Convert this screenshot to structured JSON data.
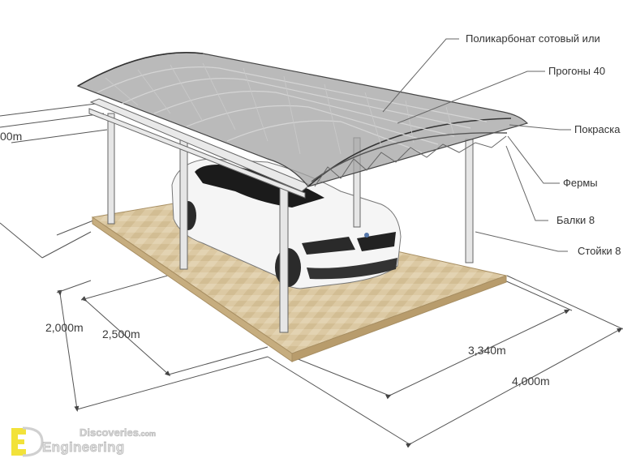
{
  "diagram": {
    "subject": "Carport with arched polycarbonate roof over paved slab with parked car",
    "callouts": [
      {
        "id": "roofing",
        "label": "Поликарбонат сотовый или"
      },
      {
        "id": "purlins",
        "label": "Прогоны 40"
      },
      {
        "id": "paint",
        "label": "Покраска"
      },
      {
        "id": "trusses",
        "label": "Фермы"
      },
      {
        "id": "beams",
        "label": "Балки 8"
      },
      {
        "id": "posts",
        "label": "Стойки 8"
      }
    ],
    "dimensions": {
      "roof_width_partial": "00m",
      "post_height": "2,000m",
      "post_spacing_width": "2,500m",
      "post_spacing_length": "3,340m",
      "slab_length": "4,000m"
    },
    "colors": {
      "roof": "#9c9c9c",
      "truss": "#d8d8d8",
      "slab": "#d9c6a0",
      "slab_edge": "#a88f63",
      "lines": "#555555",
      "logo_accent": "#f2e23a"
    }
  },
  "watermark": {
    "brand_top": "Discoveries",
    "brand_top_suffix": ".com",
    "brand_bottom": "Engineering"
  }
}
